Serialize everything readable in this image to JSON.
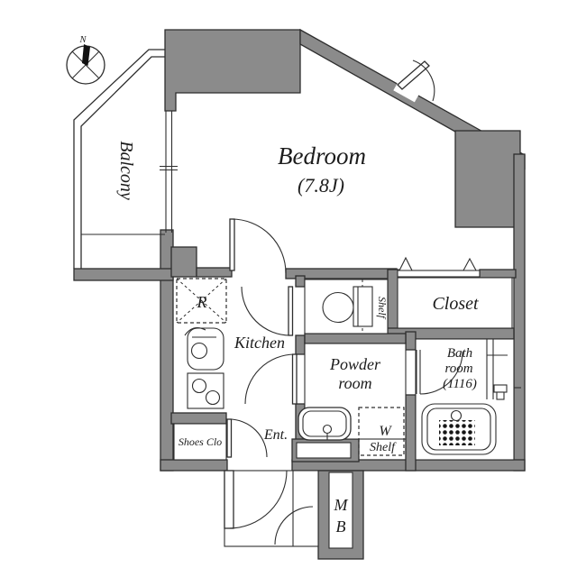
{
  "plan": {
    "compass_n": "N",
    "balcony_label": "Balcony",
    "bedroom_name": "Bedroom",
    "bedroom_size": "(7.8J)",
    "kitchen_label": "Kitchen",
    "refrigerator_label": "R",
    "toilet_shelf_label": "Shelf",
    "closet_label": "Closet",
    "powder_line1": "Powder",
    "powder_line2": "room",
    "bath_line1": "Bath",
    "bath_line2": "room",
    "bath_size": "(1116)",
    "w_shelf_line1": "W",
    "w_shelf_line2": "Shelf",
    "shoes_label": "Shoes Clo",
    "entrance_label": "Ent.",
    "meter_box_line1": "M",
    "meter_box_line2": "B"
  },
  "colors": {
    "wall": "#8b8b8b",
    "line": "#2e2e2e",
    "text": "#1c1c1c",
    "background": "#ffffff"
  }
}
